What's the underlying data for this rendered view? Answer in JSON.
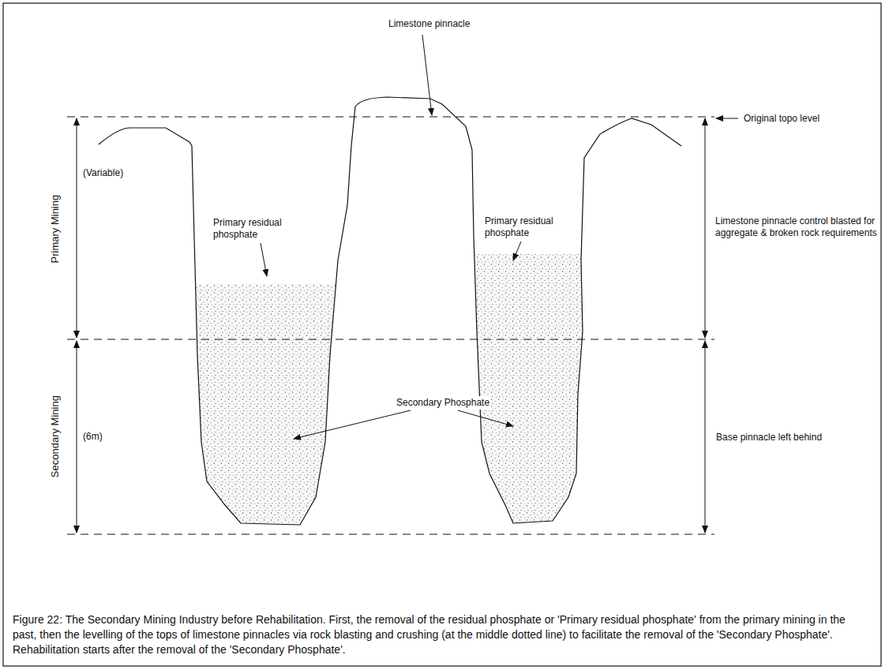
{
  "diagram": {
    "caption": "Figure 22: The Secondary Mining Industry before Rehabilitation. First, the removal of the residual phosphate or 'Primary residual phosphate' from the primary mining in the past, then the levelling of the tops of limestone pinnacles via rock blasting and crushing (at the middle dotted line) to facilitate the removal of the 'Secondary Phosphate'. Rehabilitation starts after the removal of the 'Secondary Phosphate'.",
    "labels": [
      "Limestone pinnacle",
      "Original topo level",
      "Primary Mining",
      "(Variable)",
      "Primary residual phosphate",
      "Primary residual phosphate",
      "Limestone pinnacle control blasted for aggregate & broken rock requirements",
      "Secondary Mining",
      "(6m)",
      "Secondary Phosphate",
      "Base pinnacle left behind"
    ]
  }
}
